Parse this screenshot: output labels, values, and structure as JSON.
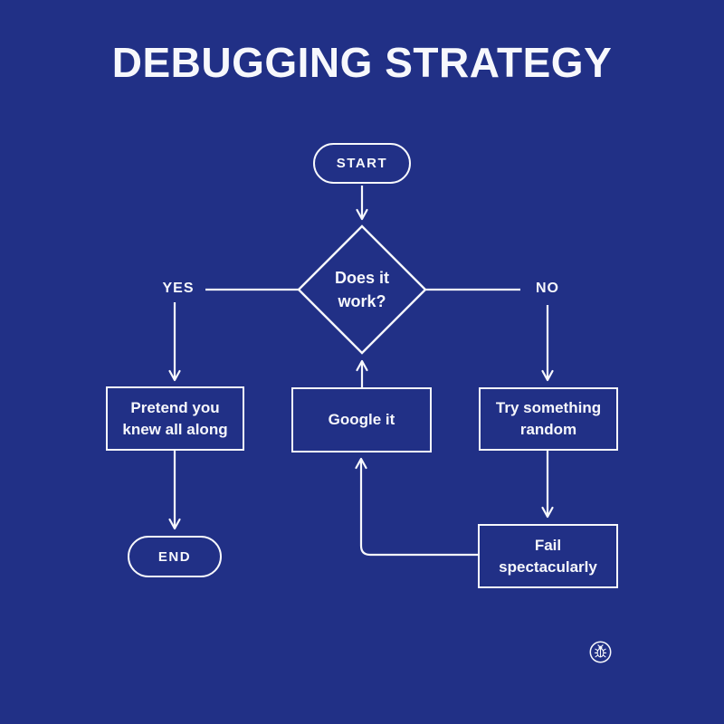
{
  "title": "DEBUGGING STRATEGY",
  "colors": {
    "background": "#213086",
    "stroke": "#F7F8FC"
  },
  "flowchart": {
    "nodes": {
      "start": {
        "label": "START"
      },
      "decision": {
        "label": "Does it work?"
      },
      "pretend": {
        "label": "Pretend you knew all along"
      },
      "google": {
        "label": "Google it"
      },
      "random": {
        "label": "Try something random"
      },
      "fail": {
        "label": "Fail spectacularly"
      },
      "end": {
        "label": "END"
      }
    },
    "edges": [
      {
        "from": "start",
        "to": "decision",
        "label": ""
      },
      {
        "from": "decision",
        "to": "pretend",
        "label": "YES"
      },
      {
        "from": "decision",
        "to": "random",
        "label": "NO"
      },
      {
        "from": "pretend",
        "to": "end",
        "label": ""
      },
      {
        "from": "random",
        "to": "fail",
        "label": ""
      },
      {
        "from": "fail",
        "to": "google",
        "label": ""
      },
      {
        "from": "google",
        "to": "decision",
        "label": ""
      }
    ]
  },
  "icons": {
    "bug": "bug-icon"
  }
}
